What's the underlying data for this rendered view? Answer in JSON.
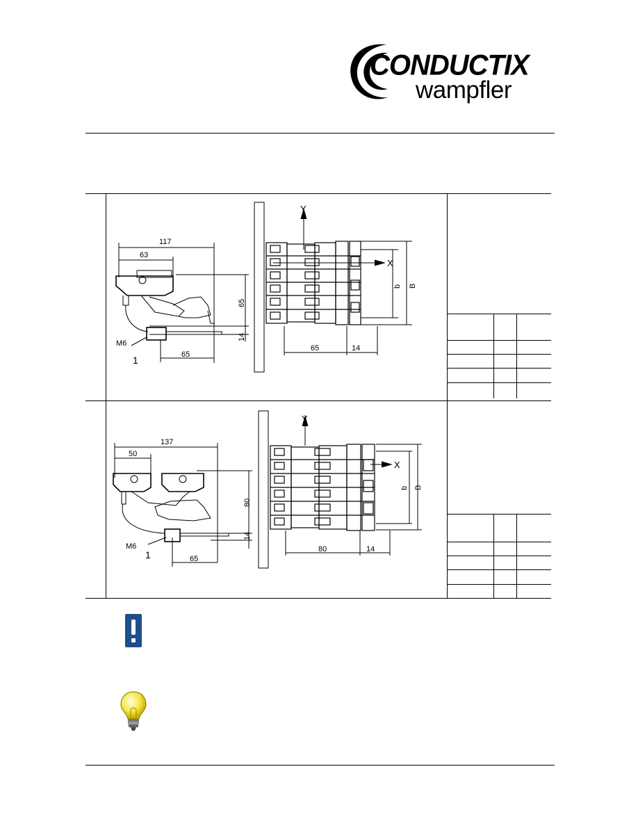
{
  "logo": {
    "line1": "CONDUCTIX",
    "line2": "wampfler"
  },
  "drawing1": {
    "side": {
      "dim_total": "117",
      "dim_left": "63",
      "dim_height": "65",
      "dim_low": "14",
      "dim_bottom": "65",
      "thread": "M6",
      "item": "1"
    },
    "front": {
      "axis_y": "Y",
      "axis_x": "X",
      "dim_b": "b",
      "dim_B": "B",
      "dim_depth": "65",
      "dim_14": "14"
    }
  },
  "drawing2": {
    "side": {
      "dim_total": "137",
      "dim_left": "50",
      "dim_height": "80",
      "dim_low": "14",
      "dim_bottom": "65",
      "thread": "M6",
      "item": "1"
    },
    "front": {
      "axis_y": "Y",
      "axis_x": "X",
      "dim_b": "b",
      "dim_B": "B",
      "dim_depth": "80",
      "dim_14": "14"
    }
  },
  "icons": {
    "warning": "exclamation-icon",
    "tip": "lightbulb-icon",
    "accent": "#1f4e8c"
  }
}
